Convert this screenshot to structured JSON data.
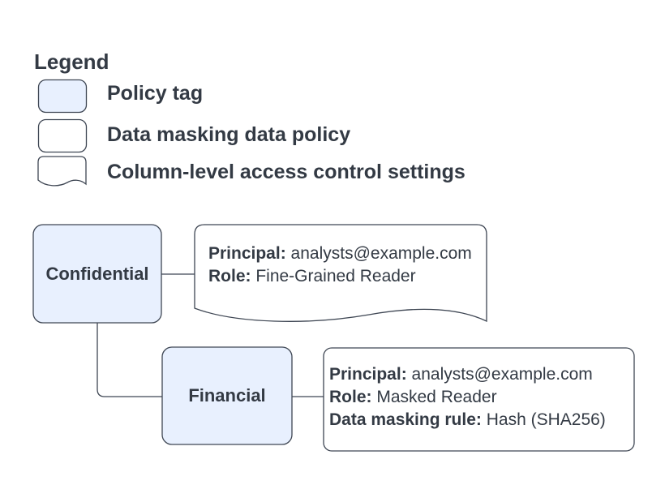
{
  "colors": {
    "policy_tag_fill": "#e8f0fe",
    "shape_stroke": "#3e4653",
    "text": "#333a44",
    "background": "#ffffff"
  },
  "legend": {
    "title": "Legend",
    "items": [
      {
        "shape": "policy-tag-swatch",
        "label": "Policy tag"
      },
      {
        "shape": "data-masking-policy-swatch",
        "label": "Data masking data policy"
      },
      {
        "shape": "column-access-document-swatch",
        "label": "Column-level access control settings"
      }
    ]
  },
  "nodes": {
    "confidential": {
      "label": "Confidential"
    },
    "financial": {
      "label": "Financial"
    }
  },
  "callouts": {
    "access_control": {
      "lines": [
        {
          "label": "Principal:",
          "value": " analysts@example.com"
        },
        {
          "label": "Role:",
          "value": " Fine-Grained Reader"
        }
      ]
    },
    "data_masking": {
      "lines": [
        {
          "label": "Principal:",
          "value": " analysts@example.com"
        },
        {
          "label": "Role:",
          "value": " Masked Reader"
        },
        {
          "label": "Data masking rule:",
          "value": " Hash (SHA256)"
        }
      ]
    }
  }
}
